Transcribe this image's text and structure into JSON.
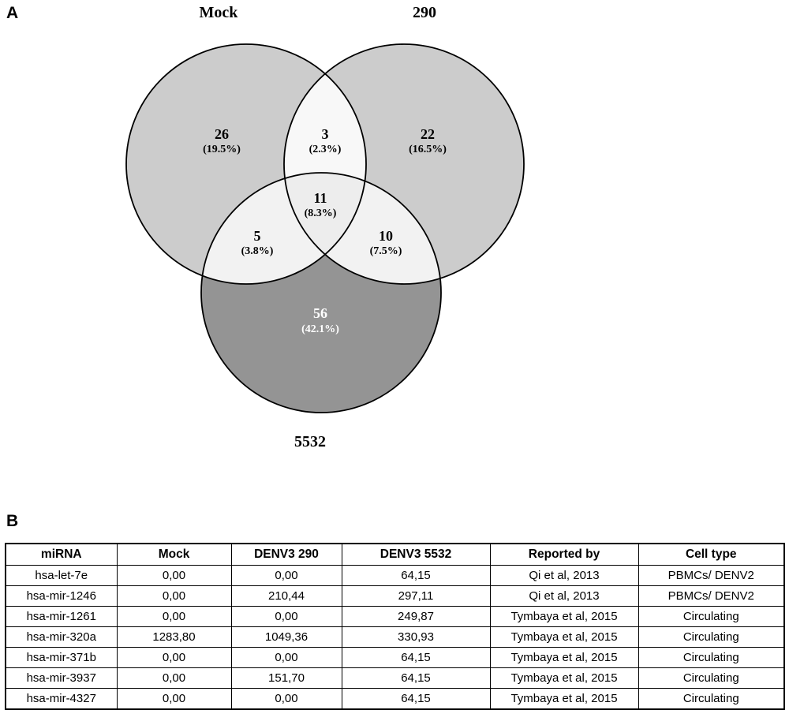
{
  "panels": {
    "a_label": "A",
    "b_label": "B"
  },
  "venn": {
    "set_labels": {
      "mock": "Mock",
      "d290": "290",
      "d5532": "5532"
    },
    "regions": {
      "mock_only": {
        "value": "26",
        "pct": "(19.5%)"
      },
      "mock_290": {
        "value": "3",
        "pct": "(2.3%)"
      },
      "d290_only": {
        "value": "22",
        "pct": "(16.5%)"
      },
      "mock_5532": {
        "value": "5",
        "pct": "(3.8%)"
      },
      "center": {
        "value": "11",
        "pct": "(8.3%)"
      },
      "d290_5532": {
        "value": "10",
        "pct": "(7.5%)"
      },
      "d5532_only": {
        "value": "56",
        "pct": "(42.1%)"
      }
    },
    "colors": {
      "set_fill": "#cccccc",
      "set5532_fill": "#949494",
      "lens_top": "#f8f8f8",
      "lens_side": "#f2f2f2",
      "center": "#ededed",
      "outline": "#000000"
    }
  },
  "table": {
    "headers": [
      "miRNA",
      "Mock",
      "DENV3 290",
      "DENV3 5532",
      "Reported by",
      "Cell type"
    ],
    "rows": [
      [
        "hsa-let-7e",
        "0,00",
        "0,00",
        "64,15",
        "Qi et al, 2013",
        "PBMCs/ DENV2"
      ],
      [
        "hsa-mir-1246",
        "0,00",
        "210,44",
        "297,11",
        "Qi et al, 2013",
        "PBMCs/ DENV2"
      ],
      [
        "hsa-mir-1261",
        "0,00",
        "0,00",
        "249,87",
        "Tymbaya et al, 2015",
        "Circulating"
      ],
      [
        "hsa-mir-320a",
        "1283,80",
        "1049,36",
        "330,93",
        "Tymbaya et al, 2015",
        "Circulating"
      ],
      [
        "hsa-mir-371b",
        "0,00",
        "0,00",
        "64,15",
        "Tymbaya et al, 2015",
        "Circulating"
      ],
      [
        "hsa-mir-3937",
        "0,00",
        "151,70",
        "64,15",
        "Tymbaya et al, 2015",
        "Circulating"
      ],
      [
        "hsa-mir-4327",
        "0,00",
        "0,00",
        "64,15",
        "Tymbaya et al, 2015",
        "Circulating"
      ]
    ]
  },
  "chart_data": [
    {
      "type": "venn",
      "title": "Panel A: shared and exclusive miRNAs between Mock, 290 and 5532",
      "sets": [
        "Mock",
        "290",
        "5532"
      ],
      "regions": [
        {
          "sets": [
            "Mock"
          ],
          "count": 26,
          "percent": 19.5
        },
        {
          "sets": [
            "Mock",
            "290"
          ],
          "count": 3,
          "percent": 2.3
        },
        {
          "sets": [
            "290"
          ],
          "count": 22,
          "percent": 16.5
        },
        {
          "sets": [
            "Mock",
            "5532"
          ],
          "count": 5,
          "percent": 3.8
        },
        {
          "sets": [
            "Mock",
            "290",
            "5532"
          ],
          "count": 11,
          "percent": 8.3
        },
        {
          "sets": [
            "290",
            "5532"
          ],
          "count": 10,
          "percent": 7.5
        },
        {
          "sets": [
            "5532"
          ],
          "count": 56,
          "percent": 42.1
        }
      ]
    },
    {
      "type": "table",
      "title": "Panel B: miRNA expression table",
      "columns": [
        "miRNA",
        "Mock",
        "DENV3 290",
        "DENV3 5532",
        "Reported by",
        "Cell type"
      ],
      "rows": [
        [
          "hsa-let-7e",
          "0,00",
          "0,00",
          "64,15",
          "Qi et al, 2013",
          "PBMCs/ DENV2"
        ],
        [
          "hsa-mir-1246",
          "0,00",
          "210,44",
          "297,11",
          "Qi et al, 2013",
          "PBMCs/ DENV2"
        ],
        [
          "hsa-mir-1261",
          "0,00",
          "0,00",
          "249,87",
          "Tymbaya et al, 2015",
          "Circulating"
        ],
        [
          "hsa-mir-320a",
          "1283,80",
          "1049,36",
          "330,93",
          "Tymbaya et al, 2015",
          "Circulating"
        ],
        [
          "hsa-mir-371b",
          "0,00",
          "0,00",
          "64,15",
          "Tymbaya et al, 2015",
          "Circulating"
        ],
        [
          "hsa-mir-3937",
          "0,00",
          "151,70",
          "64,15",
          "Tymbaya et al, 2015",
          "Circulating"
        ],
        [
          "hsa-mir-4327",
          "0,00",
          "0,00",
          "64,15",
          "Tymbaya et al, 2015",
          "Circulating"
        ]
      ]
    }
  ]
}
